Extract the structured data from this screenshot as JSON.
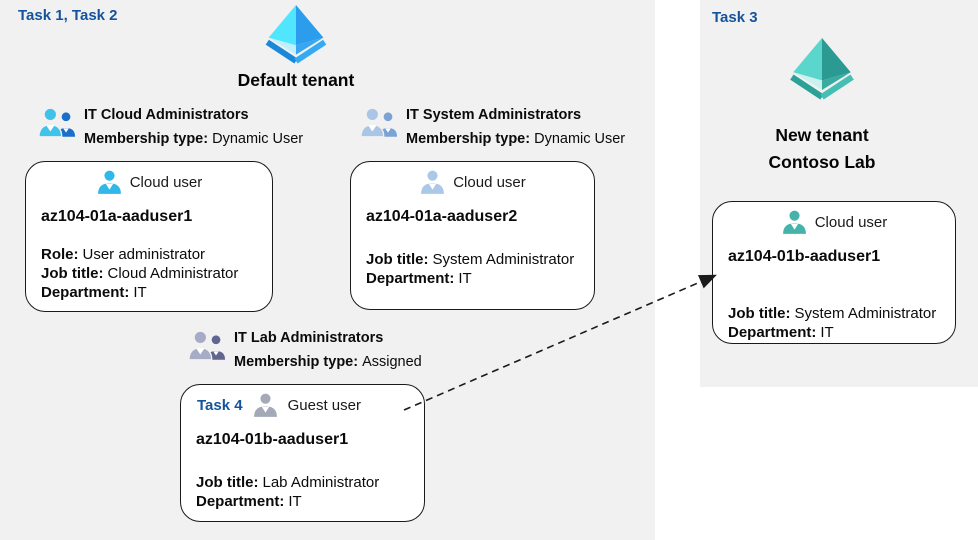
{
  "left_panel": {
    "task_label": "Task 1, Task 2",
    "tenant_name": "Default tenant",
    "groups": [
      {
        "icon": "user-group-icon-blue",
        "name": "IT Cloud Administrators",
        "membership_label": "Membership type:",
        "membership_value": "Dynamic User"
      },
      {
        "icon": "user-group-icon-pale-blue",
        "name": "IT System Administrators",
        "membership_label": "Membership type:",
        "membership_value": "Dynamic User"
      },
      {
        "icon": "user-group-icon-gray",
        "name": "IT Lab Administrators",
        "membership_label": "Membership type:",
        "membership_value": "Assigned"
      }
    ],
    "cards": [
      {
        "icon": "cloud-user-icon-blue",
        "type_label": "Cloud user",
        "name": "az104-01a-aaduser1",
        "fields": [
          {
            "label": "Role:",
            "value": "User administrator"
          },
          {
            "label": "Job title:",
            "value": "Cloud Administrator"
          },
          {
            "label": "Department:",
            "value": "IT"
          }
        ]
      },
      {
        "icon": "cloud-user-icon-pale-blue",
        "type_label": "Cloud user",
        "name": "az104-01a-aaduser2",
        "fields": [
          {
            "label": "Job title:",
            "value": "System Administrator"
          },
          {
            "label": "Department:",
            "value": "IT"
          }
        ]
      },
      {
        "icon": "guest-user-icon-gray",
        "task_label": "Task 4",
        "type_label": "Guest user",
        "name": "az104-01b-aaduser1",
        "fields": [
          {
            "label": "Job title:",
            "value": "Lab Administrator"
          },
          {
            "label": "Department:",
            "value": "IT"
          }
        ]
      }
    ]
  },
  "right_panel": {
    "task_label": "Task 3",
    "tenant_name_line1": "New tenant",
    "tenant_name_line2": "Contoso Lab",
    "card": {
      "icon": "cloud-user-icon-teal",
      "type_label": "Cloud user",
      "name": "az104-01b-aaduser1",
      "fields": [
        {
          "label": "Job title:",
          "value": "System Administrator"
        },
        {
          "label": "Department:",
          "value": "IT"
        }
      ]
    }
  },
  "arrow": {
    "style": "dashed",
    "from": "guest-user-card",
    "to": "new-tenant-cloud-user-card"
  },
  "colors": {
    "task_label_blue": "#15549c",
    "panel_bg": "#f1f1f1",
    "card_bg": "#ffffff",
    "card_border": "#1a1a1a",
    "arrow": "#1a1a1a",
    "tenant_icon_blue": [
      "#50e6ff",
      "#2c9ded",
      "#bfeffc",
      "#38a7ef",
      "#1988d9",
      "#35aaf2"
    ],
    "tenant_icon_teal": [
      "#5bd6cc",
      "#2b9a92",
      "#c9f2ee",
      "#3aaba1",
      "#2ba198",
      "#45beb4"
    ],
    "cloud_user_blue": "#2fb8e8",
    "cloud_user_pale": "#aac8e8",
    "guest_user_gray": "#a3a9b6",
    "cloud_user_teal": "#44b4ab"
  }
}
